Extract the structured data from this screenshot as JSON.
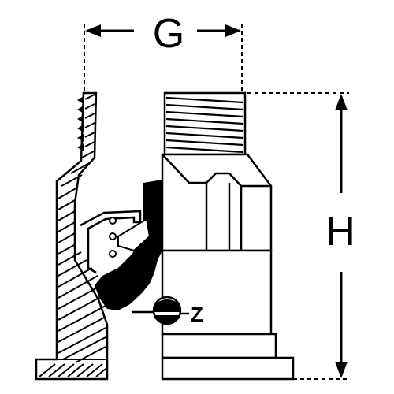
{
  "diagram": {
    "dimensions": {
      "width_label": "G",
      "height_label": "H"
    },
    "callouts": {
      "z_label": "Z"
    },
    "colors": {
      "ink": "#000000",
      "paper": "#ffffff"
    }
  }
}
